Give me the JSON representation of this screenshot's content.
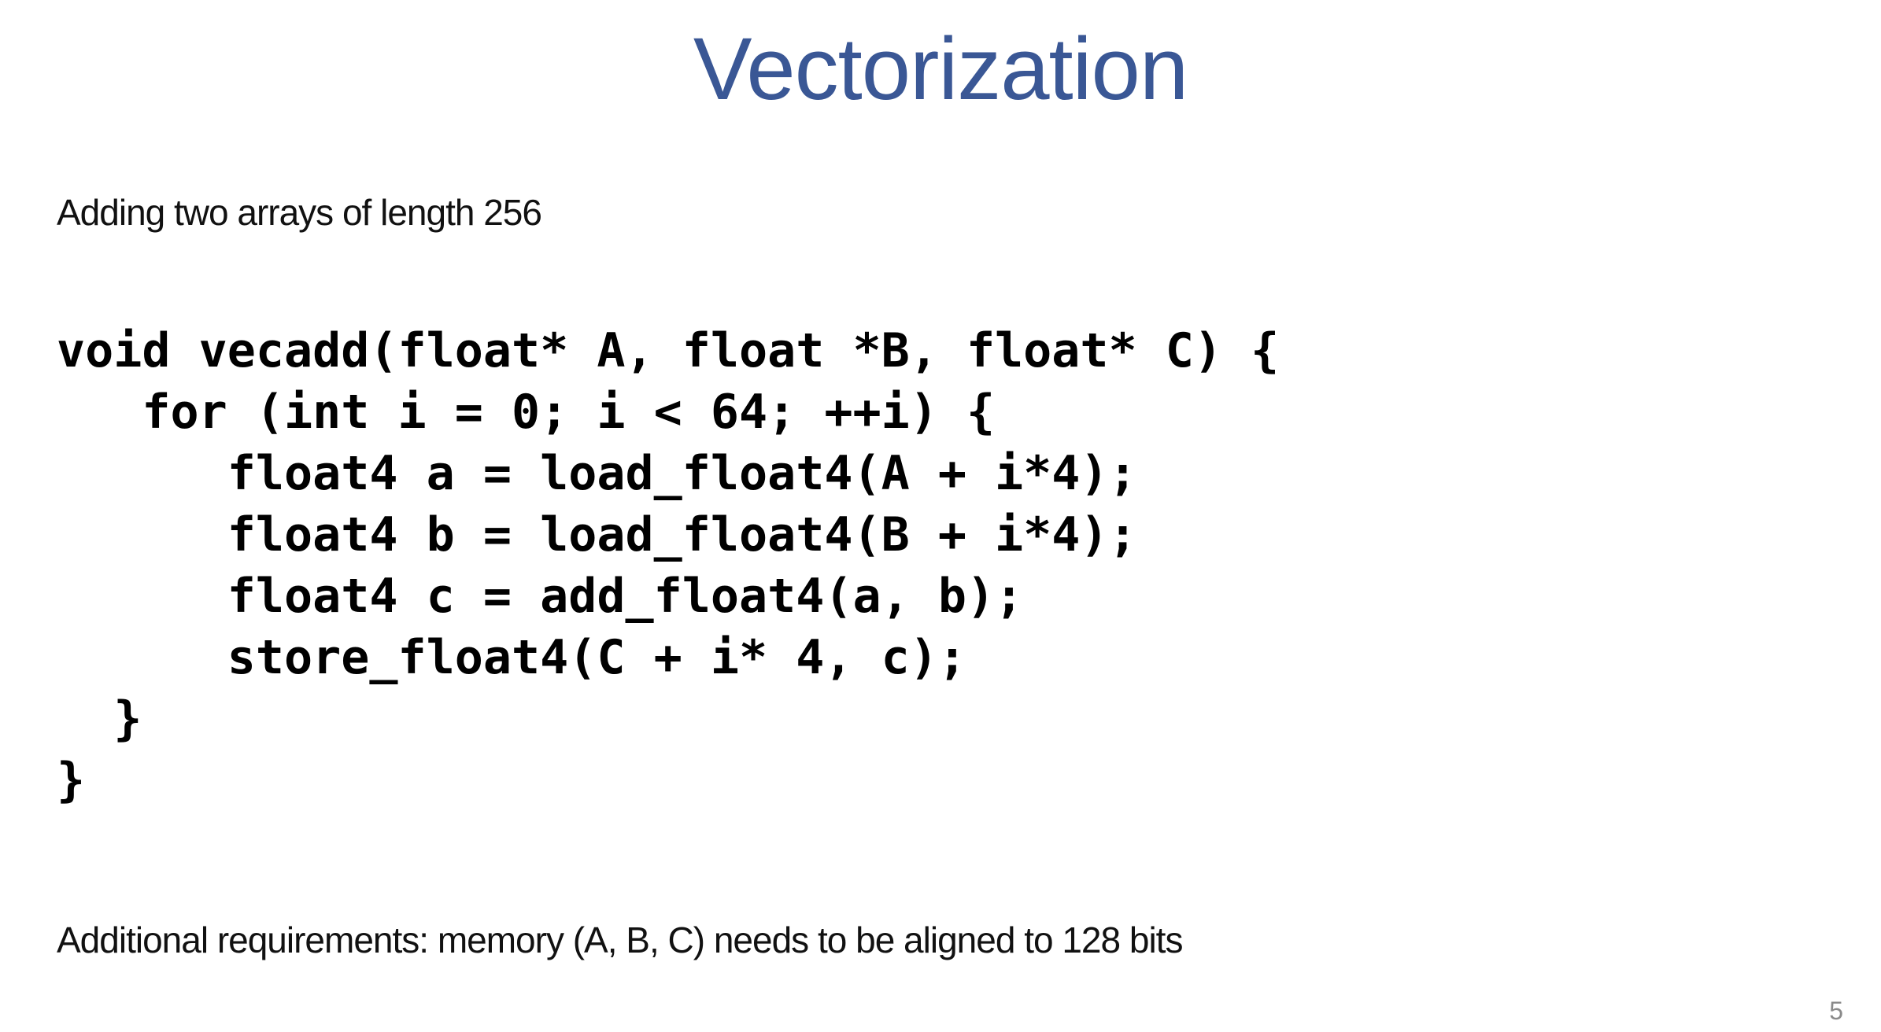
{
  "slide": {
    "title": "Vectorization",
    "subtitle": "Adding two arrays of length 256",
    "code_lines": [
      "void vecadd(float* A, float *B, float* C) {",
      "   for (int i = 0; i < 64; ++i) {",
      "      float4 a = load_float4(A + i*4);",
      "      float4 b = load_float4(B + i*4);",
      "      float4 c = add_float4(a, b);",
      "      store_float4(C + i* 4, c);",
      "  }",
      "}"
    ],
    "note": "Additional requirements: memory (A, B, C) needs to be aligned to 128 bits",
    "page_number": "5"
  },
  "colors": {
    "title": "#3a5795",
    "text": "#111111",
    "page_number": "#8a8a8a",
    "background": "#ffffff"
  }
}
